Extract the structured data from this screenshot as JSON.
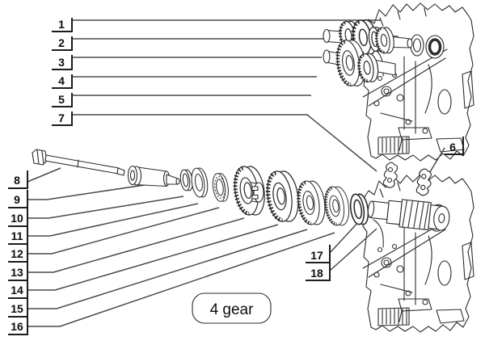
{
  "diagram": {
    "caption": "4 gear",
    "colors": {
      "line": "#2b2b2b",
      "leader": "#4a4a4a",
      "background": "#ffffff"
    },
    "callouts": [
      {
        "id": "1"
      },
      {
        "id": "2"
      },
      {
        "id": "3"
      },
      {
        "id": "4"
      },
      {
        "id": "5"
      },
      {
        "id": "6"
      },
      {
        "id": "7"
      },
      {
        "id": "8"
      },
      {
        "id": "9"
      },
      {
        "id": "10"
      },
      {
        "id": "11"
      },
      {
        "id": "12"
      },
      {
        "id": "13"
      },
      {
        "id": "14"
      },
      {
        "id": "15"
      },
      {
        "id": "16"
      },
      {
        "id": "17"
      },
      {
        "id": "18"
      }
    ]
  }
}
